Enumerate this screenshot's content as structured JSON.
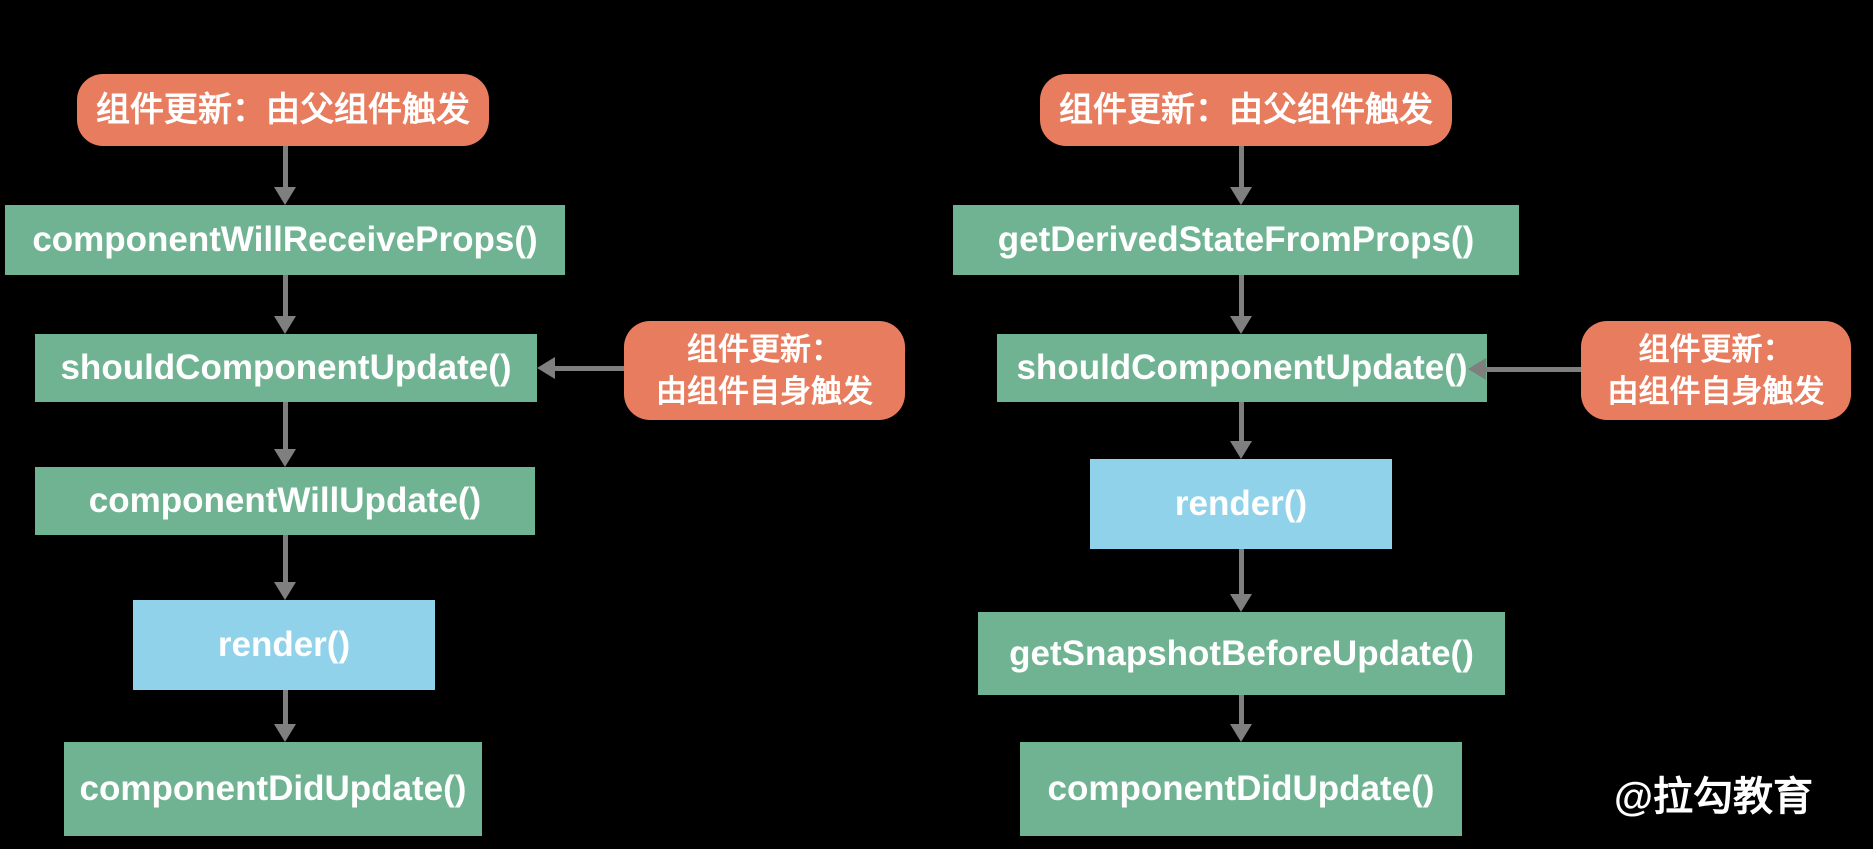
{
  "colors": {
    "background": "#000000",
    "orange": "#E87C5E",
    "green": "#6FB392",
    "blue": "#90D2EA",
    "arrow": "#7F7F7F"
  },
  "left_flow": {
    "trigger_parent": "组件更新：由父组件触发",
    "trigger_self": {
      "line1": "组件更新：",
      "line2": "由组件自身触发"
    },
    "nodes": [
      "componentWillReceiveProps()",
      "shouldComponentUpdate()",
      "componentWillUpdate()",
      "render()",
      "componentDidUpdate()"
    ]
  },
  "right_flow": {
    "trigger_parent": "组件更新：由父组件触发",
    "trigger_self": {
      "line1": "组件更新：",
      "line2": "由组件自身触发"
    },
    "nodes": [
      "getDerivedStateFromProps()",
      "shouldComponentUpdate()",
      "render()",
      "getSnapshotBeforeUpdate()",
      "componentDidUpdate()"
    ]
  },
  "watermark": "@拉勾教育"
}
